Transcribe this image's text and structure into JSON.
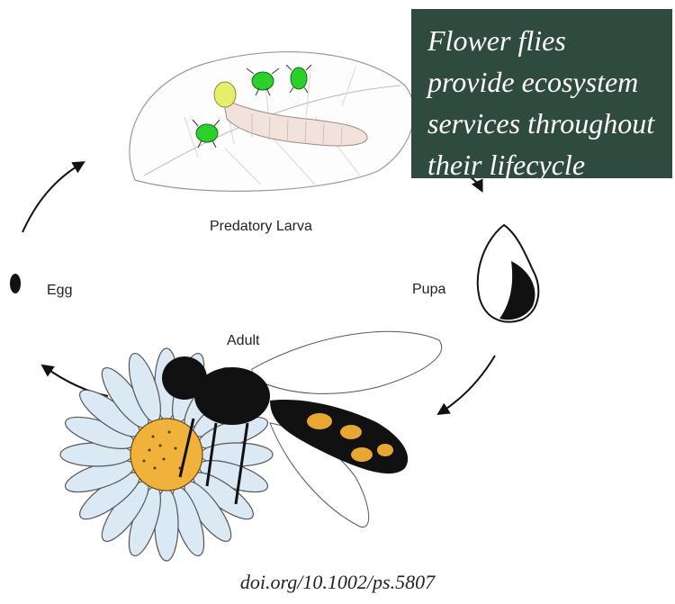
{
  "callout": {
    "text": "Flower flies provide ecosystem services throughout their lifecycle"
  },
  "stages": {
    "larva": "Predatory Larva",
    "pupa": "Pupa",
    "adult": "Adult",
    "egg": "Egg"
  },
  "doi": "doi.org/10.1002/ps.5807",
  "colors": {
    "callout_bg": "#2f4a3f",
    "aphid": "#2bd02b",
    "fly_yellow": "#e8a732",
    "daisy_center": "#f0b23a",
    "petal": "#dbe9f5"
  }
}
